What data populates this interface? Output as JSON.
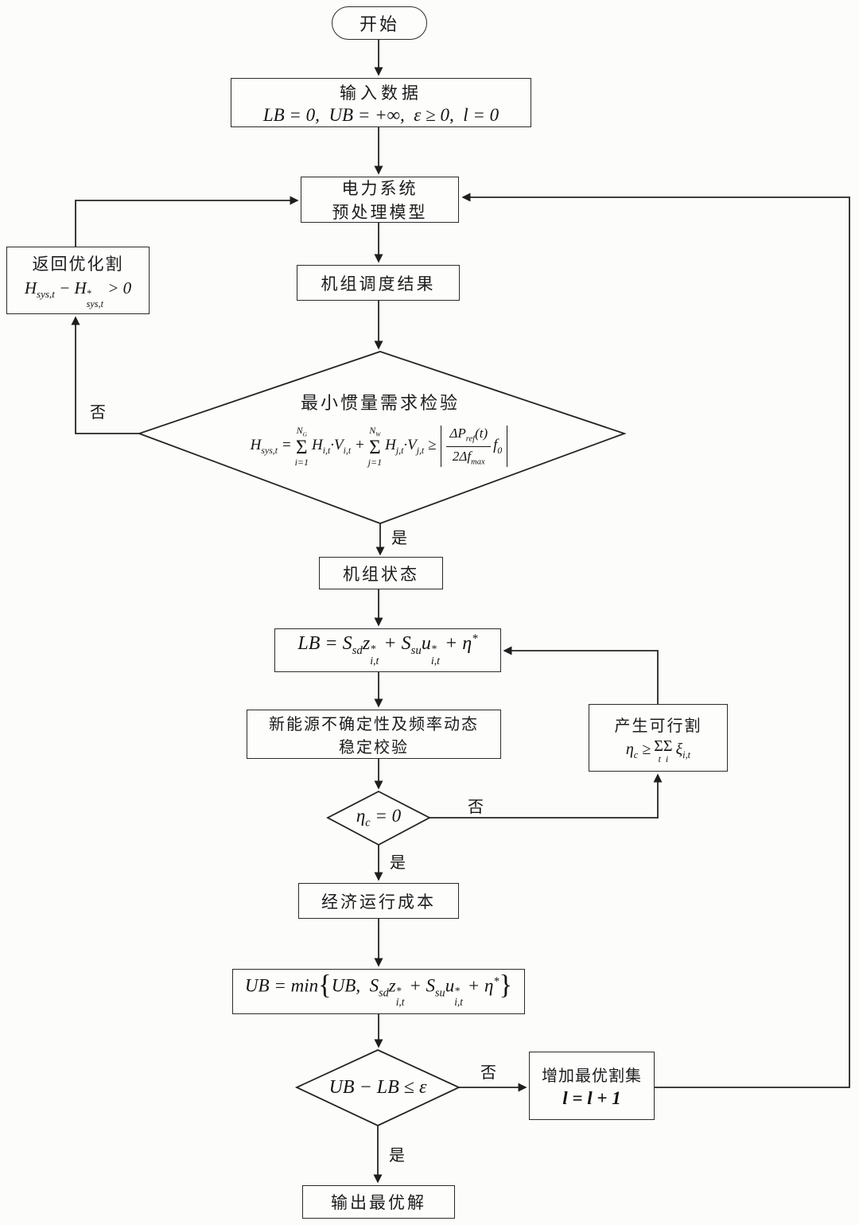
{
  "diagram": {
    "type": "flowchart",
    "language": "zh-CN",
    "topic": "Benders-style iterative optimization with inertia and frequency stability checks",
    "colors": {
      "background": "#fcfcfb",
      "line": "#222222",
      "box_fill": "#fdfdfc",
      "text": "#1b1b1b"
    },
    "labels": {
      "yes": "是",
      "no": "否"
    },
    "nodes": {
      "start": {
        "shape": "stadium",
        "label": "开始"
      },
      "input_data": {
        "shape": "rect",
        "title": "输入数据",
        "formula_html": "<i>LB</i> = 0,&nbsp; <i>UB</i> = +∞,&nbsp; <i>ε</i> ≥ 0,&nbsp; <i>l</i> = 0"
      },
      "preprocess_model": {
        "shape": "rect",
        "line1": "电力系统",
        "line2": "预处理模型"
      },
      "dispatch_result": {
        "shape": "rect",
        "label": "机组调度结果"
      },
      "inertia_check": {
        "shape": "diamond",
        "title": "最小惯量需求检验",
        "lhs_html": "<i>H</i><sub>sys,t</sub> =",
        "sum1": {
          "upper_html": "<i>N</i><sub>G</sub>",
          "sigma": "Σ",
          "lower_html": "<i>i</i>=1"
        },
        "term1_html": "<i>H</i><sub>i,t</sub>·<i>V</i><sub>i,t</sub> +",
        "sum2": {
          "upper_html": "<i>N</i><sub>W</sub>",
          "sigma": "Σ",
          "lower_html": "<i>j</i>=1"
        },
        "term2_html": "<i>H</i><sub>j,t</sub>·<i>V</i><sub>j,t</sub> ≥",
        "frac_num_html": "Δ<i>P</i><sub>ref</sub>(<i>t</i>)",
        "frac_den_html": "2Δ<i>f</i><sub>max</sub>",
        "tail_html": "<i>f</i><sub>0</sub>"
      },
      "return_cut": {
        "shape": "rect",
        "title": "返回优化割",
        "formula_html": "<i>H</i><sub>sys,t</sub> − <i>H</i><span class='stk'><span>*</span><span>sys,t</span></span> &gt; 0"
      },
      "unit_status": {
        "shape": "rect",
        "label": "机组状态"
      },
      "lower_bound": {
        "shape": "rect",
        "formula_html": "<i>LB</i> = <i>S</i><sub>sd</sub><i>z</i><span class='stk'><span>*</span><span>i,t</span></span> + <i>S</i><sub>su</sub><i>u</i><span class='stk'><span>*</span><span>i,t</span></span> + <i>η</i><sup>*</sup>"
      },
      "stability_check": {
        "shape": "rect",
        "line1": "新能源不确定性及频率动态",
        "line2": "稳定校验"
      },
      "feasible_cut": {
        "shape": "rect",
        "title": "产生可行割",
        "formula_lhs_html": "<i>η</i><sub>c</sub> ≥",
        "sum": {
          "sigma": "ΣΣ",
          "lower_html": "<i>t</i>&nbsp;&nbsp;<i>i</i>"
        },
        "formula_rhs_html": "<i>ξ</i><sub>i,t</sub>"
      },
      "eta_zero": {
        "shape": "diamond",
        "formula_html": "<i>η</i><sub>c</sub> = 0"
      },
      "operation_cost": {
        "shape": "rect",
        "label": "经济运行成本"
      },
      "upper_bound": {
        "shape": "rect",
        "formula_html": "<i>UB</i> = min<span class='brace'>{</span><i>UB</i>,&nbsp; <i>S</i><sub>sd</sub><i>z</i><span class='stk'><span>*</span><span>i,t</span></span> + <i>S</i><sub>su</sub><i>u</i><span class='stk'><span>*</span><span>i,t</span></span> + <i>η</i><sup>*</sup><span class='brace'>}</span>"
      },
      "convergence_check": {
        "shape": "diamond",
        "formula_html": "<i>UB</i> − <i>LB</i> ≤ <i>ε</i>"
      },
      "add_cut_set": {
        "shape": "rect",
        "title": "增加最优割集",
        "formula_html": "<i>l</i> = <i>l</i> + 1"
      },
      "output_solution": {
        "shape": "rect",
        "label": "输出最优解"
      }
    },
    "edges": [
      {
        "from": "start",
        "to": "input_data"
      },
      {
        "from": "input_data",
        "to": "preprocess_model"
      },
      {
        "from": "preprocess_model",
        "to": "dispatch_result"
      },
      {
        "from": "dispatch_result",
        "to": "inertia_check"
      },
      {
        "from": "inertia_check",
        "to": "unit_status",
        "label": "是"
      },
      {
        "from": "inertia_check",
        "to": "return_cut",
        "label": "否"
      },
      {
        "from": "return_cut",
        "to": "preprocess_model"
      },
      {
        "from": "unit_status",
        "to": "lower_bound"
      },
      {
        "from": "lower_bound",
        "to": "stability_check"
      },
      {
        "from": "stability_check",
        "to": "eta_zero"
      },
      {
        "from": "eta_zero",
        "to": "feasible_cut",
        "label": "否"
      },
      {
        "from": "feasible_cut",
        "to": "lower_bound"
      },
      {
        "from": "eta_zero",
        "to": "operation_cost",
        "label": "是"
      },
      {
        "from": "operation_cost",
        "to": "upper_bound"
      },
      {
        "from": "upper_bound",
        "to": "convergence_check"
      },
      {
        "from": "convergence_check",
        "to": "add_cut_set",
        "label": "否"
      },
      {
        "from": "add_cut_set",
        "to": "preprocess_model"
      },
      {
        "from": "convergence_check",
        "to": "output_solution",
        "label": "是"
      }
    ]
  }
}
